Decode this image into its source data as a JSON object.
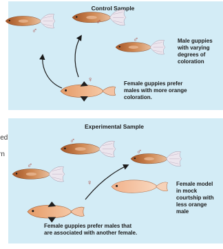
{
  "control": {
    "title": "Control Sample",
    "male_symbol": "♂",
    "female_symbol": "♀",
    "males_label": [
      "Male guppies",
      "with varying",
      "degrees of",
      "coloration"
    ],
    "females_label": [
      "Female guppies prefer",
      "males with more orange",
      "coloration."
    ]
  },
  "experimental": {
    "title": "Experimental Sample",
    "male_symbol": "♂",
    "female_symbol": "♀",
    "model_label": [
      "Female model",
      "in mock",
      "courtship with",
      "less orange",
      "male"
    ],
    "females_label": [
      "Female guppies prefer males that",
      "are associated with another female."
    ]
  },
  "margin_text": [
    "ied",
    "rn"
  ],
  "colors": {
    "panel_bg": "#d3ecf6",
    "male_body": "#c2713a",
    "female_body": "#e8a070",
    "arrow": "#1a1a1a",
    "symbol": "#a8413a"
  },
  "icons": {
    "male_fish": "male-guppy-icon",
    "female_fish": "female-guppy-icon"
  }
}
